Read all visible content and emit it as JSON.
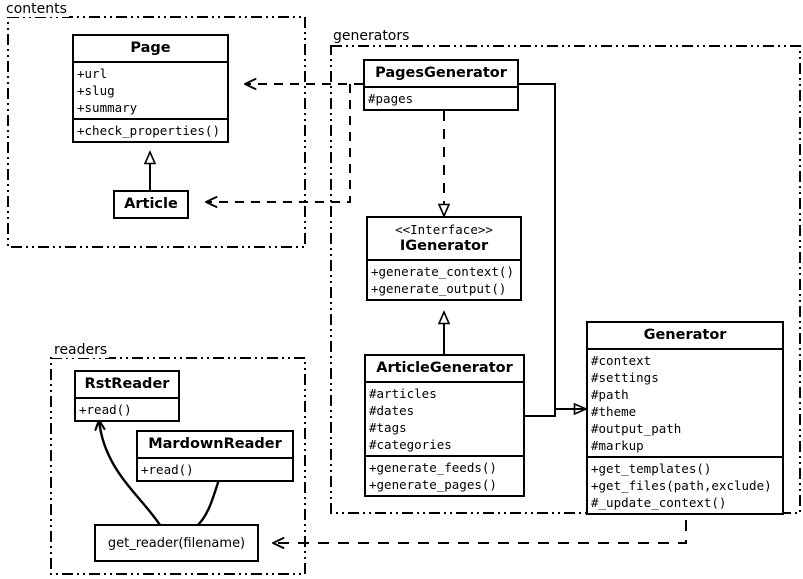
{
  "diagram": {
    "title": "UML class diagram",
    "stroke_color": "#000000",
    "background_color": "#ffffff"
  },
  "packages": [
    {
      "id": "contents",
      "label": "contents",
      "border_style": "dash-dot-dot"
    },
    {
      "id": "generators",
      "label": "generators",
      "border_style": "dash-dot-dot"
    },
    {
      "id": "readers",
      "label": "readers",
      "border_style": "dash-dot-dot"
    }
  ],
  "classes": {
    "page": {
      "name": "Page",
      "stereotype": "",
      "attributes": [
        "+url",
        "+slug",
        "+summary"
      ],
      "methods": [
        "+check_properties()"
      ]
    },
    "article": {
      "name": "Article",
      "stereotype": "",
      "attributes": [],
      "methods": []
    },
    "pages_generator": {
      "name": "PagesGenerator",
      "stereotype": "",
      "attributes": [
        "#pages"
      ],
      "methods": []
    },
    "igenerator": {
      "name": "IGenerator",
      "stereotype": "<<Interface>>",
      "attributes": [],
      "methods": [
        "+generate_context()",
        "+generate_output()"
      ]
    },
    "article_generator": {
      "name": "ArticleGenerator",
      "stereotype": "",
      "attributes": [
        "#articles",
        "#dates",
        "#tags",
        "#categories"
      ],
      "methods": [
        "+generate_feeds()",
        "+generate_pages()"
      ]
    },
    "generator": {
      "name": "Generator",
      "stereotype": "",
      "attributes": [
        "#context",
        "#settings",
        "#path",
        "#theme",
        "#output_path",
        "#markup"
      ],
      "methods": [
        "+get_templates()",
        "+get_files(path,exclude)",
        "#_update_context()"
      ]
    },
    "rst_reader": {
      "name": "RstReader",
      "stereotype": "",
      "attributes": [],
      "methods": [
        "+read()"
      ]
    },
    "mardown_reader": {
      "name": "MardownReader",
      "stereotype": "",
      "attributes": [],
      "methods": [
        "+read()"
      ]
    }
  },
  "functions": {
    "get_reader": {
      "label": "get_reader(filename)"
    }
  },
  "relations": [
    {
      "from": "article",
      "to": "page",
      "type": "generalization",
      "arrow": "hollow-triangle"
    },
    {
      "from": "pages_generator",
      "to": "igenerator",
      "type": "realization",
      "arrow": "hollow-triangle-dashed"
    },
    {
      "from": "article_generator",
      "to": "igenerator",
      "type": "generalization",
      "arrow": "hollow-triangle"
    },
    {
      "from": "pages_generator",
      "to": "generator",
      "type": "generalization",
      "arrow": "hollow-triangle"
    },
    {
      "from": "article_generator",
      "to": "generator",
      "type": "generalization",
      "arrow": "hollow-triangle"
    },
    {
      "from": "pages_generator",
      "to": "page",
      "type": "dependency",
      "arrow": "open-arrow-dashed"
    },
    {
      "from": "generators",
      "to": "article",
      "type": "dependency",
      "arrow": "open-arrow-dashed"
    },
    {
      "from": "generator",
      "to": "get_reader",
      "type": "dependency",
      "arrow": "open-arrow-dashed"
    },
    {
      "from": "get_reader",
      "to": "rst_reader",
      "type": "curved-arrow",
      "arrow": "open-arrow"
    },
    {
      "from": "get_reader",
      "to": "mardown_reader",
      "type": "curved-arrow",
      "arrow": "open-arrow"
    }
  ]
}
